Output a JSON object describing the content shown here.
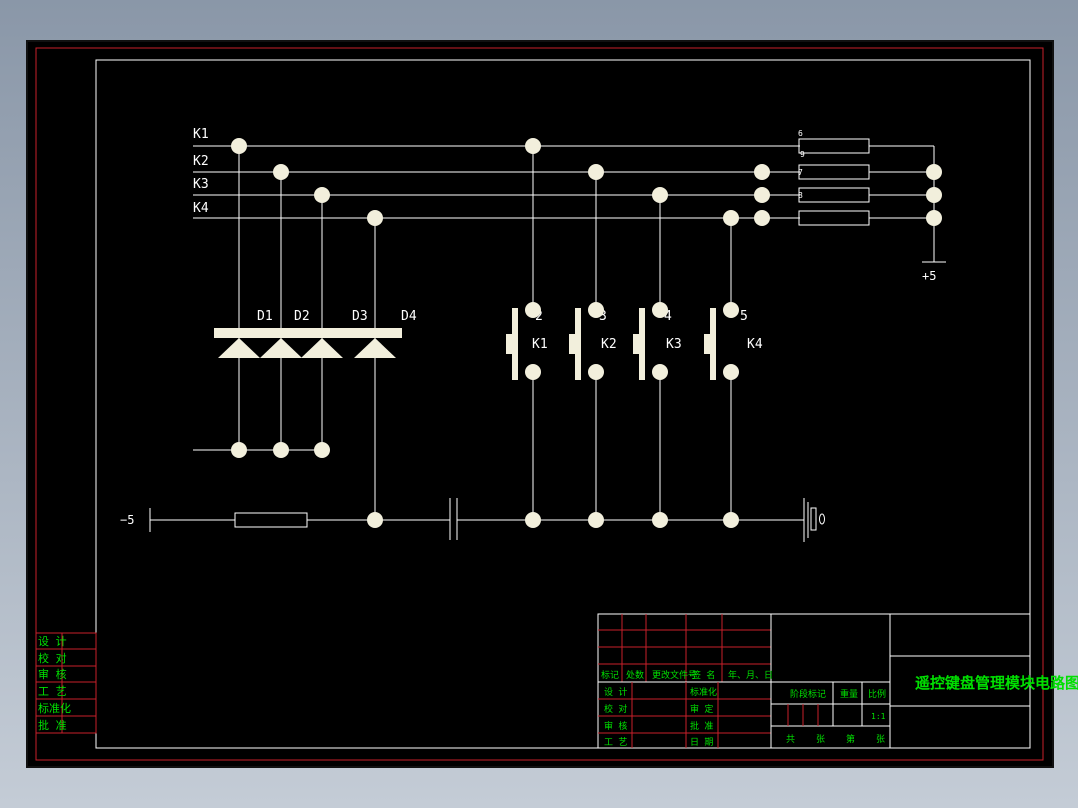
{
  "diagram": {
    "line_labels": [
      "K1",
      "K2",
      "K3",
      "K4"
    ],
    "diode_labels": [
      "D1",
      "D2",
      "D3",
      "D4"
    ],
    "switch_numbers": [
      "2",
      "3",
      "4",
      "5"
    ],
    "switch_labels": [
      "K1",
      "K2",
      "K3",
      "K4"
    ],
    "resistor_numbers": [
      "6",
      "7",
      "8",
      "9"
    ],
    "supply_positive": "+5",
    "supply_negative": "−5"
  },
  "title_block": {
    "drawing_title": "遥控键盘管理模块电路图",
    "header_row": [
      "标记",
      "处数",
      "更改文件号",
      "签 名",
      "年、月、日"
    ],
    "role_rows": [
      [
        "设 计",
        "标准化"
      ],
      [
        "校 对",
        "审 定"
      ],
      [
        "审 核",
        "批 准"
      ],
      [
        "工 艺",
        "日 期"
      ]
    ],
    "stage_marks": "阶段标记",
    "weight": "重量",
    "scale": "比例",
    "scale_value": "1:1",
    "sheets": [
      "共",
      "张",
      "第",
      "张"
    ]
  },
  "sidebar": [
    "设 计",
    "校 对",
    "审 核",
    "工 艺",
    "标准化",
    "批 准"
  ],
  "colors": {
    "background": "#000000",
    "frame": "#c8202a",
    "line": "#ffffff",
    "node": "#f2efdc",
    "text_green": "#00e000",
    "text_white": "#ffffff"
  }
}
